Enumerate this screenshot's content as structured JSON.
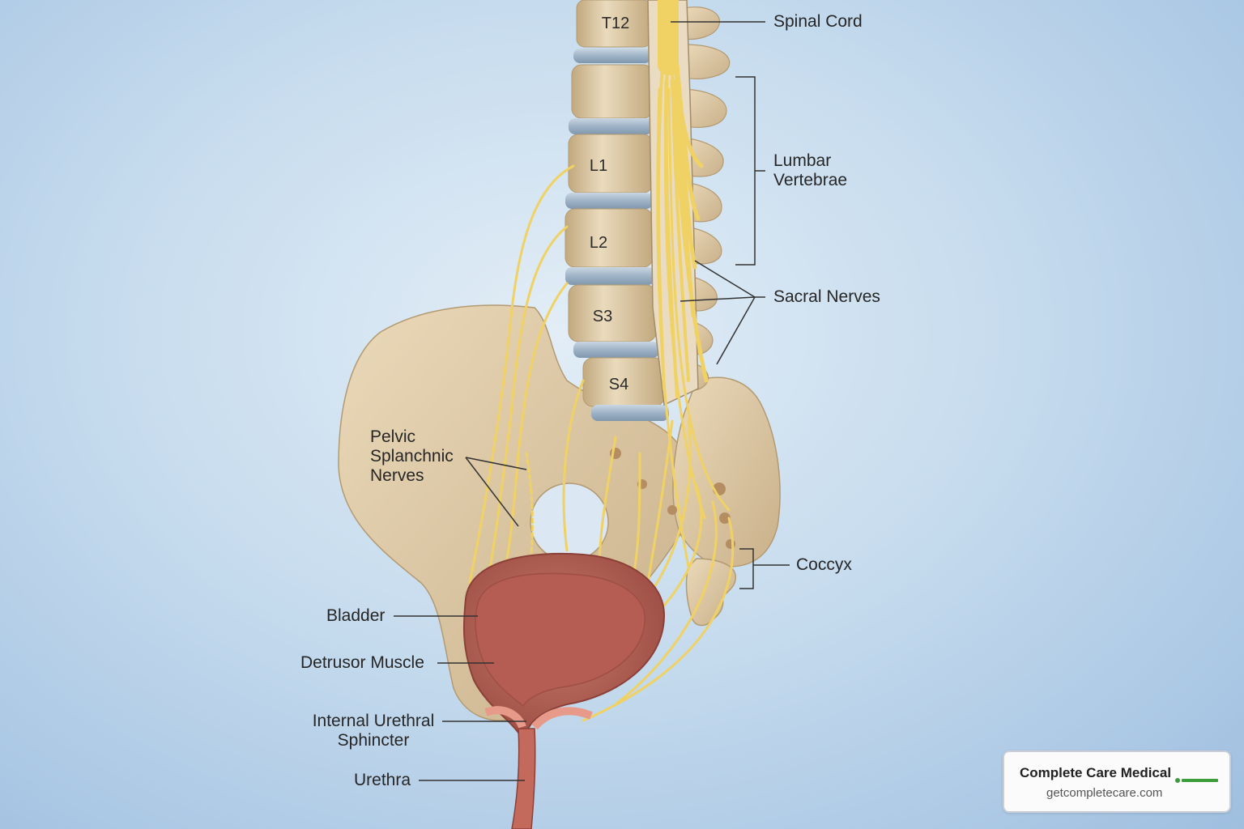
{
  "vertebrae": [
    "T12",
    "L1",
    "L2",
    "S3",
    "S4"
  ],
  "labels": {
    "spinal_cord": "Spinal Cord",
    "lumbar_vertebrae": [
      "Lumbar",
      "Vertebrae"
    ],
    "sacral_nerves": "Sacral Nerves",
    "pelvic_splanchnic": [
      "Pelvic",
      "Splanchnic",
      "Nerves"
    ],
    "coccyx": "Coccyx",
    "bladder": "Bladder",
    "detrusor": "Detrusor Muscle",
    "internal_sphincter": [
      "Internal Urethral",
      "Sphincter"
    ],
    "urethra": "Urethra"
  },
  "credit": {
    "name": "Complete Care Medical",
    "url": "getcompletecare.com"
  },
  "colors": {
    "bone": "#dcc8a5",
    "bone_shadow": "#b89d73",
    "disc": "#9fb3c6",
    "nerve": "#f0d264",
    "bladder": "#c46a5c",
    "bladder_inner": "#b55d52",
    "leader": "#333333"
  }
}
